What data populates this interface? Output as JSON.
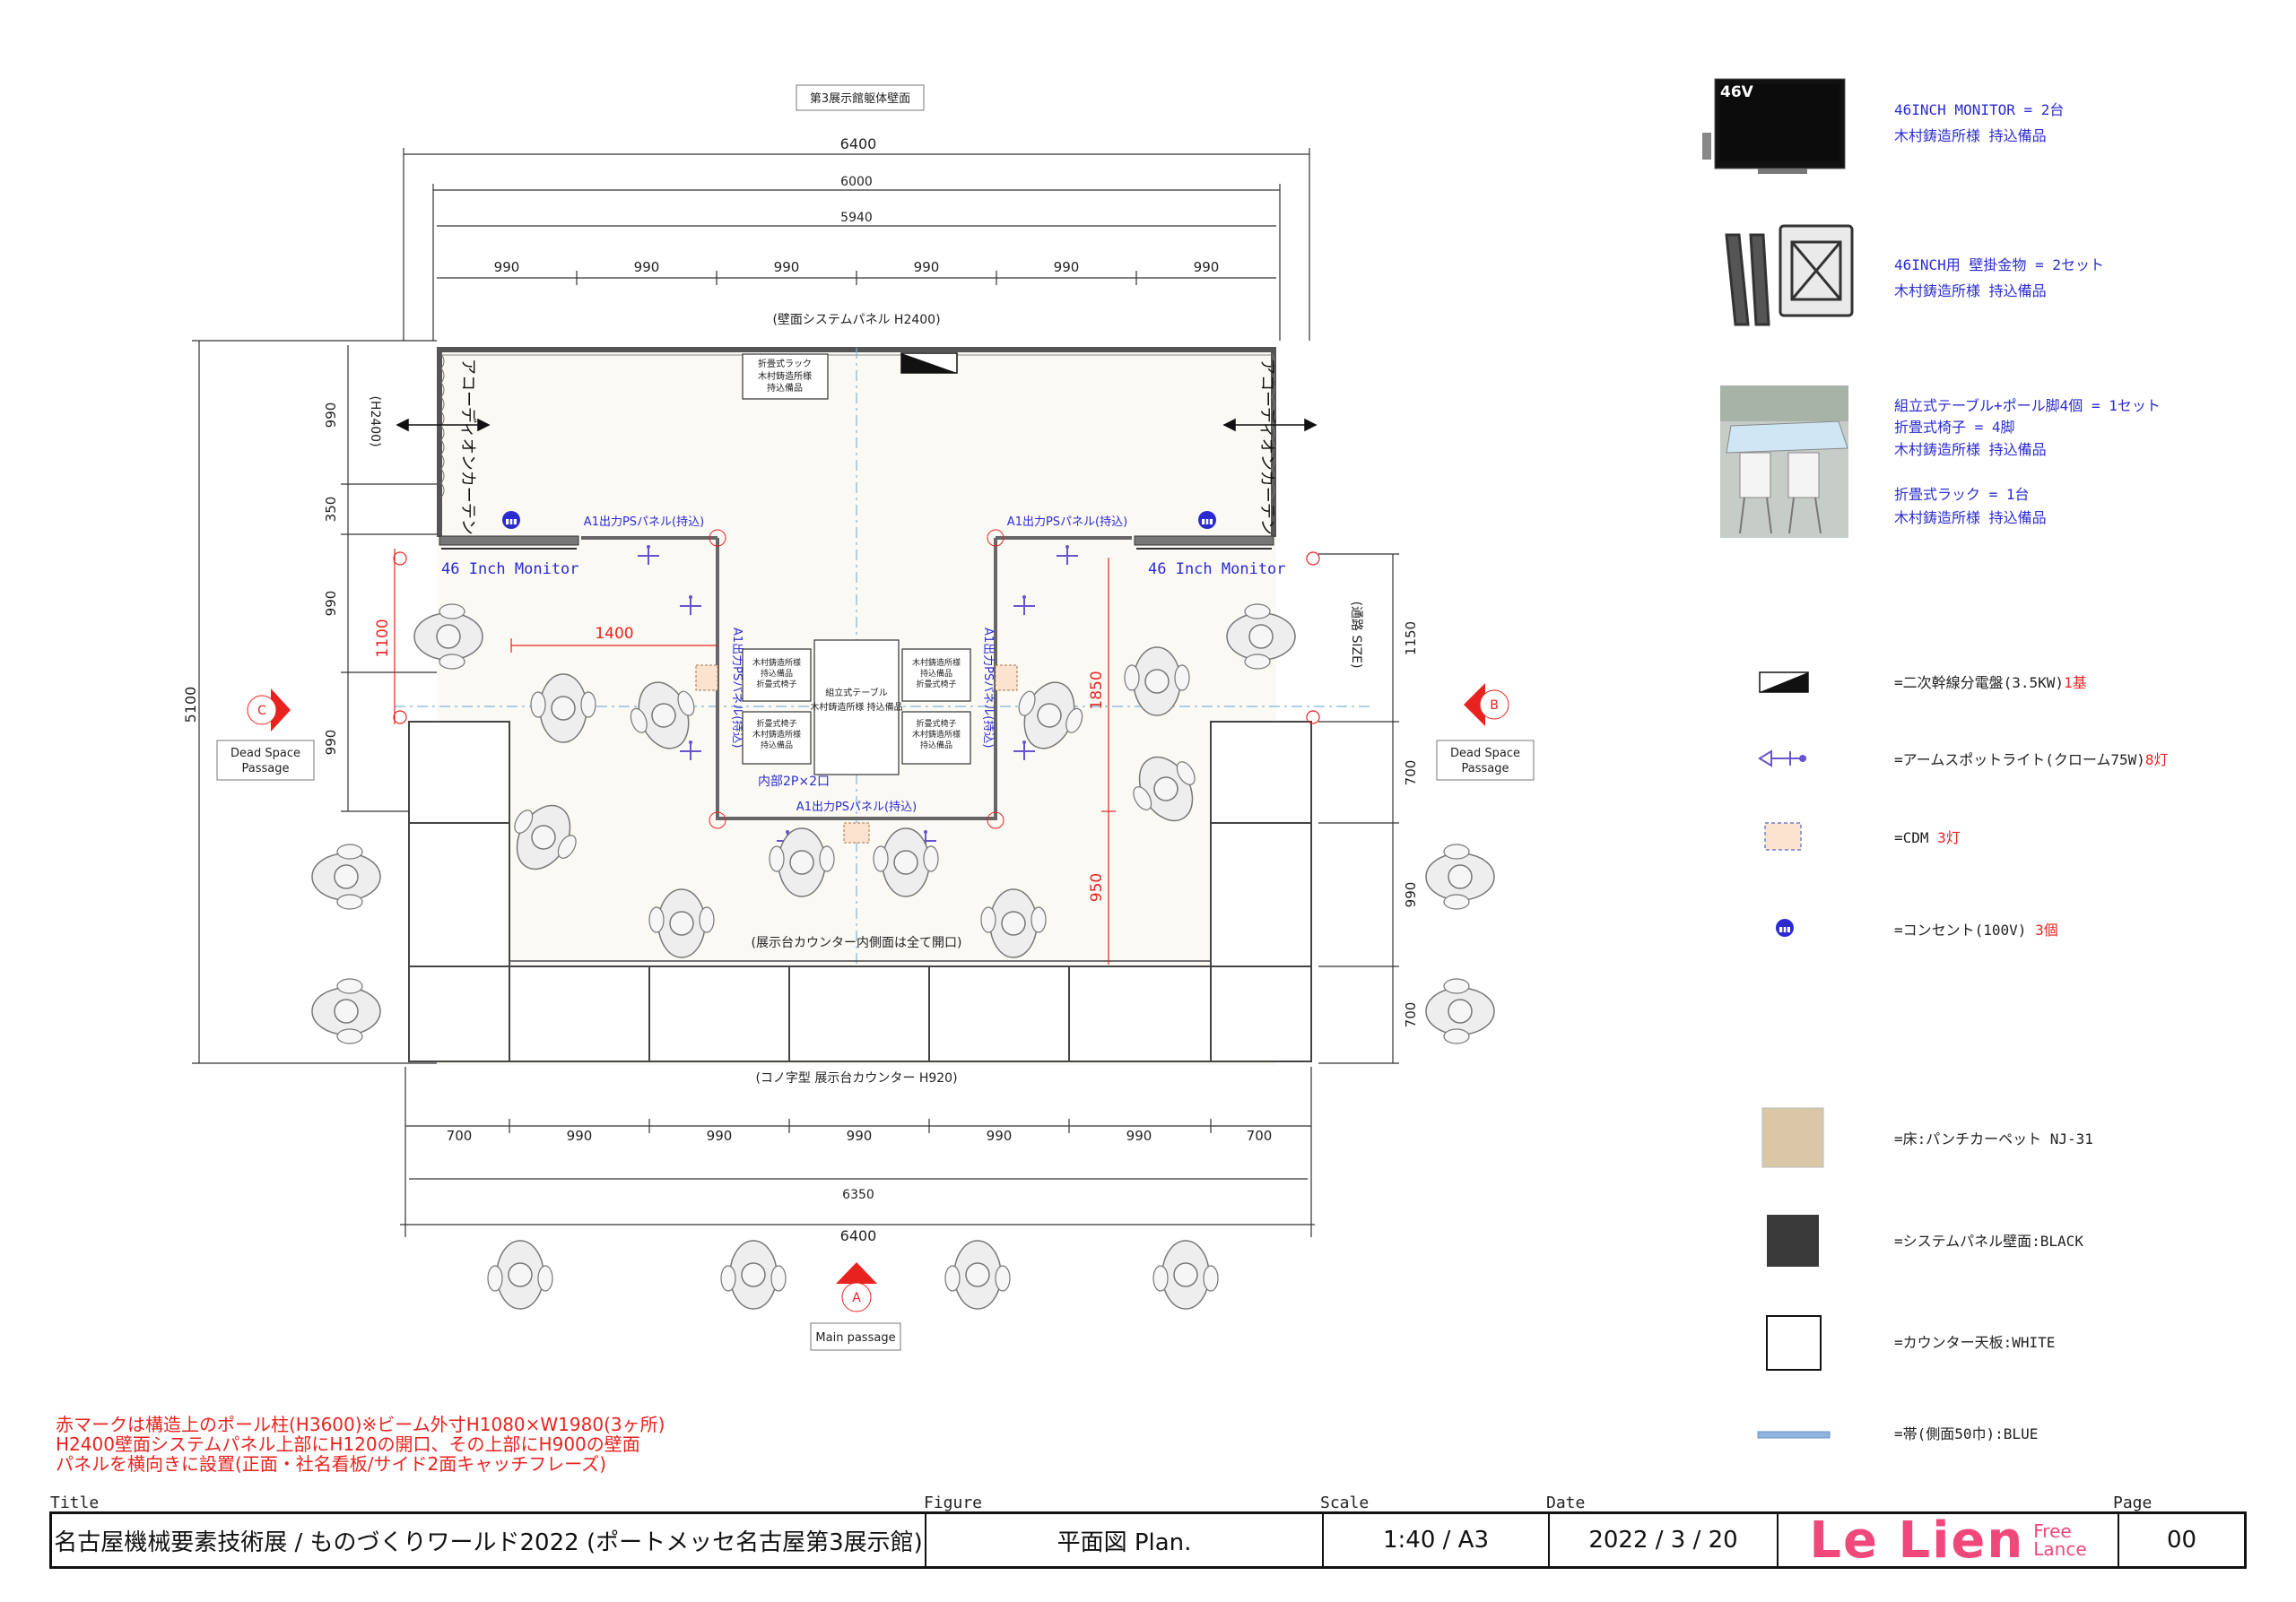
{
  "plan": {
    "wall_label": "第3展示館躯体壁面",
    "dims_top": {
      "total_outer": "6400",
      "total_inner": "6000",
      "panel_width": "5940",
      "modules": [
        "990",
        "990",
        "990",
        "990",
        "990",
        "990"
      ]
    },
    "wall_panel_label": "(壁面システムパネル H2400)",
    "dims_left": {
      "total": "5100",
      "segments": [
        "990",
        "350",
        "990",
        "990"
      ],
      "h_label": "(H2400)",
      "opening": "1100"
    },
    "dims_right": {
      "aisle": "1150",
      "aisle_label": "(通路 SIZE)",
      "segments": [
        "700",
        "990",
        "700"
      ]
    },
    "dims_bottom": {
      "modules": [
        "700",
        "990",
        "990",
        "990",
        "990",
        "990",
        "700"
      ],
      "inner": "6350",
      "outer": "6400"
    },
    "dims_inner": {
      "width_1400": "1400",
      "height_1850": "1850",
      "height_950": "950"
    },
    "curtain_label": "アコーディオンカーテン",
    "rack_label_1": "折畳式ラック",
    "rack_label_2": "木村鋳造所様",
    "rack_label_3": "持込備品",
    "monitor_label_left": "46 Inch Monitor",
    "monitor_label_right": "46 Inch Monitor",
    "ps_panel_top_left": "A1出力PSパネル(持込)",
    "ps_panel_top_right": "A1出力PSパネル(持込)",
    "ps_panel_bottom": "A1出力PSパネル(持込)",
    "ps_panel_side_left": "A1出力PSパネル(持込)",
    "ps_panel_side_right": "A1出力PSパネル(持込)",
    "table_label": "組立式テーブル",
    "table_sub": "木村鋳造所様 持込備品",
    "chair_label": "折畳式椅子",
    "chair_sub_1": "木村鋳造所様",
    "chair_sub_2": "持込備品",
    "inner_outlet": "内部2P×2口",
    "counter_inner_note": "(展示台カウンター内側面は全て開口)",
    "counter_label": "(コノ字型 展示台カウンター H920)",
    "mark_a": "A",
    "mark_b": "B",
    "mark_c": "C",
    "main_passage": "Main passage",
    "dead_space_1": "Dead Space",
    "dead_space_2": "Passage"
  },
  "legend_photos": [
    {
      "lines": [
        "46INCH MONITOR = 2台",
        "木村鋳造所様 持込備品"
      ],
      "badge": "46V"
    },
    {
      "lines": [
        "46INCH用 壁掛金物 = 2セット",
        "木村鋳造所様 持込備品"
      ]
    },
    {
      "lines": [
        "組立式テーブル+ポール脚4個 = 1セット",
        "折畳式椅子 = 4脚",
        "木村鋳造所様 持込備品",
        "",
        "折畳式ラック = 1台",
        "木村鋳造所様 持込備品"
      ]
    }
  ],
  "legend_symbols": [
    {
      "icon": "distribution-board-icon",
      "text": "=二次幹線分電盤(3.5KW)",
      "red": "1基"
    },
    {
      "icon": "arm-spotlight-icon",
      "text": "=アームスポットライト(クローム75W)",
      "red": "8灯"
    },
    {
      "icon": "cdm-light-icon",
      "text": "=CDM ",
      "red": "3灯"
    },
    {
      "icon": "outlet-icon",
      "text": "=コンセント(100V) ",
      "red": "3個"
    }
  ],
  "legend_materials": [
    {
      "swatch": "carpet-swatch",
      "text": "=床:パンチカーペット NJ-31",
      "color": "#d9c7a8"
    },
    {
      "swatch": "panel-swatch",
      "text": "=システムパネル壁面:BLACK",
      "color": "#3a3a3a"
    },
    {
      "swatch": "counter-swatch",
      "text": "=カウンター天板:WHITE",
      "color": "#ffffff"
    },
    {
      "swatch": "band-swatch",
      "text": "=帯(側面50巾):BLUE",
      "color": "#8fb4e0"
    }
  ],
  "notes": [
    "赤マークは構造上のポール柱(H3600)※ビーム外寸H1080×W1980(3ヶ所)",
    "H2400壁面システムパネル上部にH120の開口、その上部にH900の壁面",
    "パネルを横向きに設置(正面・社名看板/サイド2面キャッチフレーズ)"
  ],
  "titleblock": {
    "labels": {
      "title": "Title",
      "figure": "Figure",
      "scale": "Scale",
      "date": "Date",
      "page": "Page"
    },
    "title": "名古屋機械要素技術展 / ものづくりワールド2022 (ポートメッセ名古屋第3展示館)",
    "figure": "平面図 Plan.",
    "scale": "1:40 / A3",
    "date": "2022 / 3 / 20",
    "logo_main": "Le Lien",
    "logo_sub_1": "Free",
    "logo_sub_2": "Lance",
    "page": "00"
  },
  "colors": {
    "red": "#e8231f",
    "blue": "#2b2bd0",
    "pink": "#f0487a",
    "floor": "#fbf9f4"
  }
}
